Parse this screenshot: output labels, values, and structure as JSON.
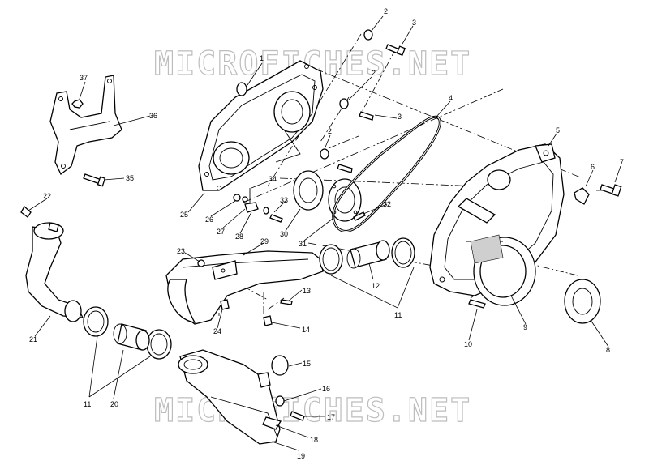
{
  "watermark": "MICROFICHES.NET",
  "callouts": [
    {
      "id": "c1",
      "text": "1"
    },
    {
      "id": "c2a",
      "text": "2"
    },
    {
      "id": "c2b",
      "text": "2"
    },
    {
      "id": "c2c",
      "text": "2"
    },
    {
      "id": "c3a",
      "text": "3"
    },
    {
      "id": "c3b",
      "text": "3"
    },
    {
      "id": "c4",
      "text": "4"
    },
    {
      "id": "c5",
      "text": "5"
    },
    {
      "id": "c6",
      "text": "6"
    },
    {
      "id": "c7",
      "text": "7"
    },
    {
      "id": "c8",
      "text": "8"
    },
    {
      "id": "c9",
      "text": "9"
    },
    {
      "id": "c10",
      "text": "10"
    },
    {
      "id": "c11a",
      "text": "11"
    },
    {
      "id": "c11b",
      "text": "11"
    },
    {
      "id": "c12",
      "text": "12"
    },
    {
      "id": "c13",
      "text": "13"
    },
    {
      "id": "c14",
      "text": "14"
    },
    {
      "id": "c15",
      "text": "15"
    },
    {
      "id": "c16",
      "text": "16"
    },
    {
      "id": "c17",
      "text": "17"
    },
    {
      "id": "c18",
      "text": "18"
    },
    {
      "id": "c19",
      "text": "19"
    },
    {
      "id": "c20",
      "text": "20"
    },
    {
      "id": "c21",
      "text": "21"
    },
    {
      "id": "c22",
      "text": "22"
    },
    {
      "id": "c23",
      "text": "23"
    },
    {
      "id": "c24",
      "text": "24"
    },
    {
      "id": "c25",
      "text": "25"
    },
    {
      "id": "c26",
      "text": "26"
    },
    {
      "id": "c27",
      "text": "27"
    },
    {
      "id": "c28",
      "text": "28"
    },
    {
      "id": "c29",
      "text": "29"
    },
    {
      "id": "c30",
      "text": "30"
    },
    {
      "id": "c31",
      "text": "31"
    },
    {
      "id": "c32",
      "text": "32"
    },
    {
      "id": "c33",
      "text": "33"
    },
    {
      "id": "c34",
      "text": "34"
    },
    {
      "id": "c35",
      "text": "35"
    },
    {
      "id": "c36",
      "text": "36"
    },
    {
      "id": "c37",
      "text": "37"
    }
  ]
}
